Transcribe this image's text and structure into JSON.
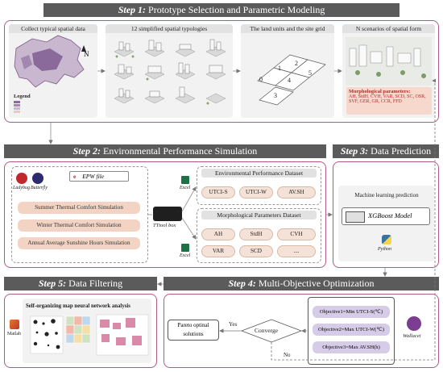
{
  "step1": {
    "banner_step": "Step 1:",
    "banner_text": "Prototype Selection and Parametric Modeling",
    "panels": [
      "Collect typical spatial data",
      "12 simplified spatial typologies",
      "The land units and the site grid",
      "N scenarios of spatial form"
    ],
    "legend_title": "Legend",
    "grid_numbers": [
      "0",
      "1",
      "2",
      "3",
      "4",
      "5"
    ],
    "morph_title": "Morphological parameters:",
    "morph_text": "AH, StdH, CVH, VAR, SCD, SC, OSR, SVF, GER, GR, CCR, FFD"
  },
  "step2": {
    "banner_step": "Step 2:",
    "banner_text": "Environmental Performance Simulation",
    "epw": "EPW file",
    "ladybug": "Ladybug",
    "butterfly": "Butterfly",
    "simulations": [
      "Summer Thermal Comfort Simulation",
      "Winter Thermal Comfort Simulation",
      "Annual Average Sunshine Hours Simulation"
    ],
    "ttool": "TTtool box",
    "excel": "Excel",
    "env_title": "Environmental Performance Dataset",
    "env_items": [
      "UTCI-S",
      "UTCI-W",
      "AV.SH"
    ],
    "morph_title": "Morphological Parameters Dataset",
    "morph_items": [
      "AH",
      "StdH",
      "CVH",
      "VAR",
      "SCD",
      "...."
    ]
  },
  "step3": {
    "banner_step": "Step 3:",
    "banner_text": "Data Prediction",
    "ml": "Machine learning prediction",
    "model": "XGBoost Model",
    "python": "Python"
  },
  "step4": {
    "banner_step": "Step 4:",
    "banner_text": "Multi-Objective Optimization",
    "pareto": "Pareto optinal solutions",
    "yes": "Yes",
    "converge": "Converge",
    "no": "No",
    "objectives": [
      "Objective1=Min UTCI-S(℃)",
      "Objective2=Max UTCI-W(℃)",
      "Objective3=Max AV.SH(h)"
    ],
    "wallacei": "Wallacei"
  },
  "step5": {
    "banner_step": "Step 5:",
    "banner_text": "Data Filtering",
    "som": "Self-organizing map neural network analysis",
    "matlab": "Matlab"
  },
  "colors": {
    "banner": "#5b5b5b",
    "frame": "#b05a8a",
    "peach": "#f3d4c4"
  }
}
